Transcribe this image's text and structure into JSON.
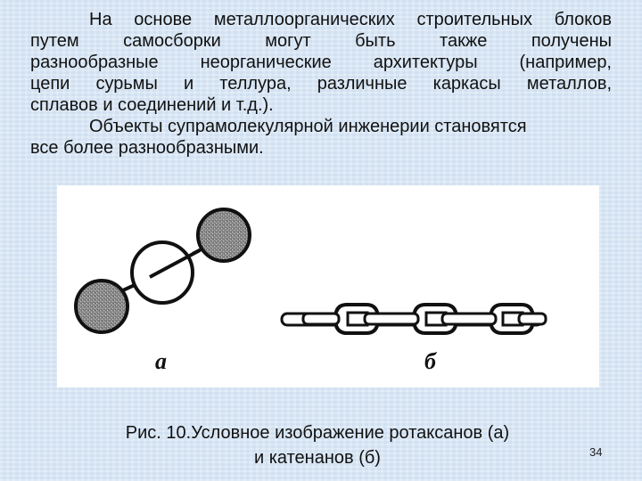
{
  "slide": {
    "background_color": "#d9e7f5",
    "paragraph1_lines": [
      "На основе металлоорганических строительных блоков",
      "путем самосборки могут быть также получены",
      "разнообразные неорганические архитектуры (например,",
      "цепи сурьмы и теллура, различные каркасы металлов,",
      "сплавов и соединений и т.д.)."
    ],
    "paragraph2_lines": [
      "Объекты супрамолекулярной инженерии становятся",
      "все более разнообразными."
    ],
    "figure": {
      "label_a": "а",
      "label_b": "б",
      "part_a": "rotaxane",
      "part_b": "catenane"
    },
    "caption_lines": [
      "Рис. 10.Условное изображение ротаксанов (а)",
      "и катенанов (б)"
    ],
    "page_number": "34"
  }
}
